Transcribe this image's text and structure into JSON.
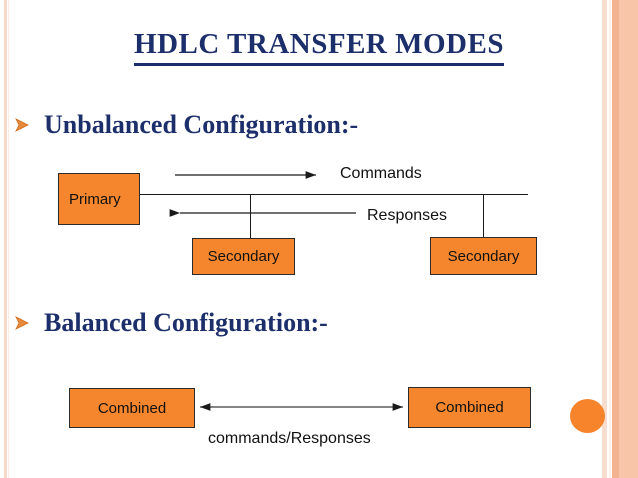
{
  "slide": {
    "title": "HDLC  TRANSFER  MODES",
    "bullets": [
      {
        "marker": "triangle-right-icon",
        "label": "Unbalanced  Configuration:-"
      },
      {
        "marker": "triangle-right-icon",
        "label": "Balanced  Configuration:-"
      }
    ]
  },
  "unbalanced_diagram": {
    "nodes": [
      {
        "label": "Primary"
      },
      {
        "label": "Secondary"
      },
      {
        "label": "Secondary"
      }
    ],
    "flow_labels": [
      {
        "label": "Commands"
      },
      {
        "label": "Responses"
      }
    ]
  },
  "balanced_diagram": {
    "nodes": [
      {
        "label": "Combined"
      },
      {
        "label": "Combined"
      }
    ],
    "flow_labels": [
      {
        "label": "commands/Responses"
      }
    ]
  },
  "colors": {
    "title_navy": "#1c2f6b",
    "node_orange": "#f6862d",
    "bullet_orange": "#e07b39",
    "line_black": "#1a1a1a",
    "border_peach": "#f9c5a8",
    "border_salmon": "#f3b391"
  }
}
